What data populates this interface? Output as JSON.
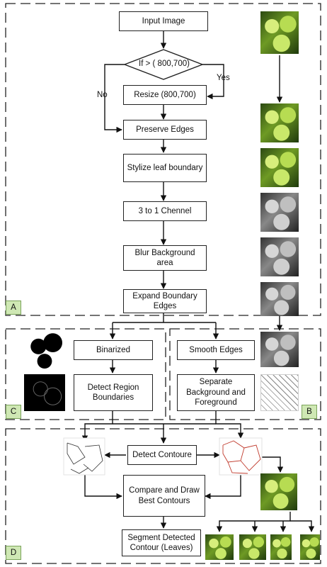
{
  "flowchart": {
    "input_image": "Input Image",
    "condition": "If > (  800,700)",
    "yes_label": "Yes",
    "no_label": "No",
    "resize": "Resize (800,700)",
    "preserve_edges": "Preserve Edges",
    "stylize": "Stylize leaf boundary",
    "channel": "3 to 1 Chennel",
    "blur": "Blur Background area",
    "expand": "Expand Boundary Edges",
    "binarized": "Binarized",
    "detect_region": "Detect Region Boundaries",
    "smooth_edges": "Smooth Edges",
    "separate": "Separate Background and Foreground",
    "detect_contoure": "Detect Contoure",
    "compare": "Compare and Draw Best Contours",
    "segment": "Segment Detected Contour (Leaves)"
  },
  "panels": {
    "a": "A",
    "b": "B",
    "c": "C",
    "d": "D"
  },
  "colors": {
    "panel_tag_bg": "#cfe8b4",
    "contour_red": "#c0392b"
  }
}
